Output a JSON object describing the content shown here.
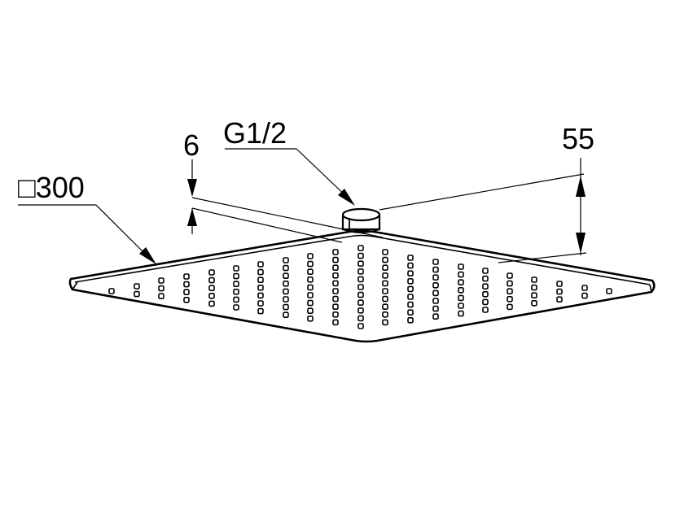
{
  "dimensions": {
    "size_label": "□300",
    "thread_label": "G1/2",
    "thickness_label": "6",
    "height_label": "55"
  },
  "colors": {
    "line": "#000000",
    "background": "#ffffff"
  }
}
